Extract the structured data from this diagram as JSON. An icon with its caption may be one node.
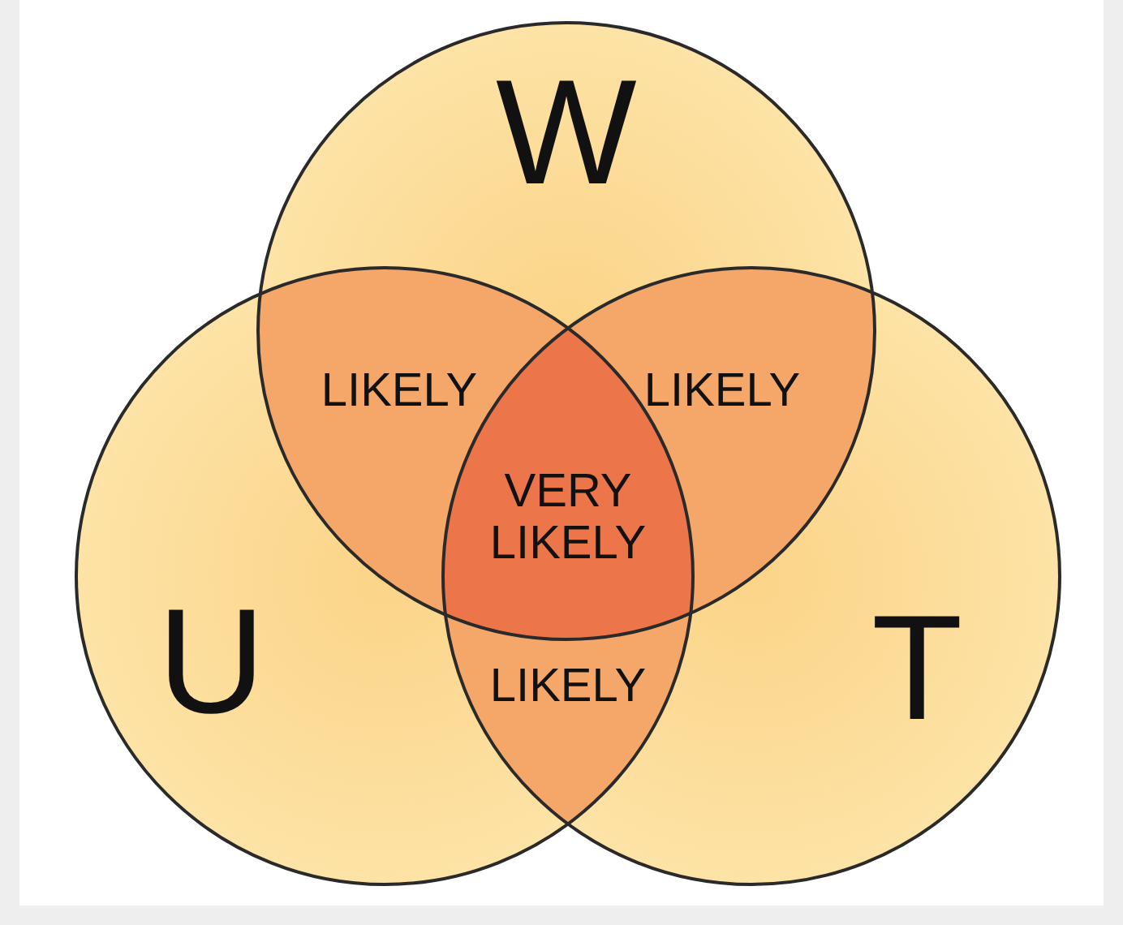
{
  "diagram": {
    "labels": [
      "W",
      "LIKELY",
      "LIKELY",
      "VERY LIKELY",
      "U",
      "T",
      "LIKELY"
    ]
  }
}
